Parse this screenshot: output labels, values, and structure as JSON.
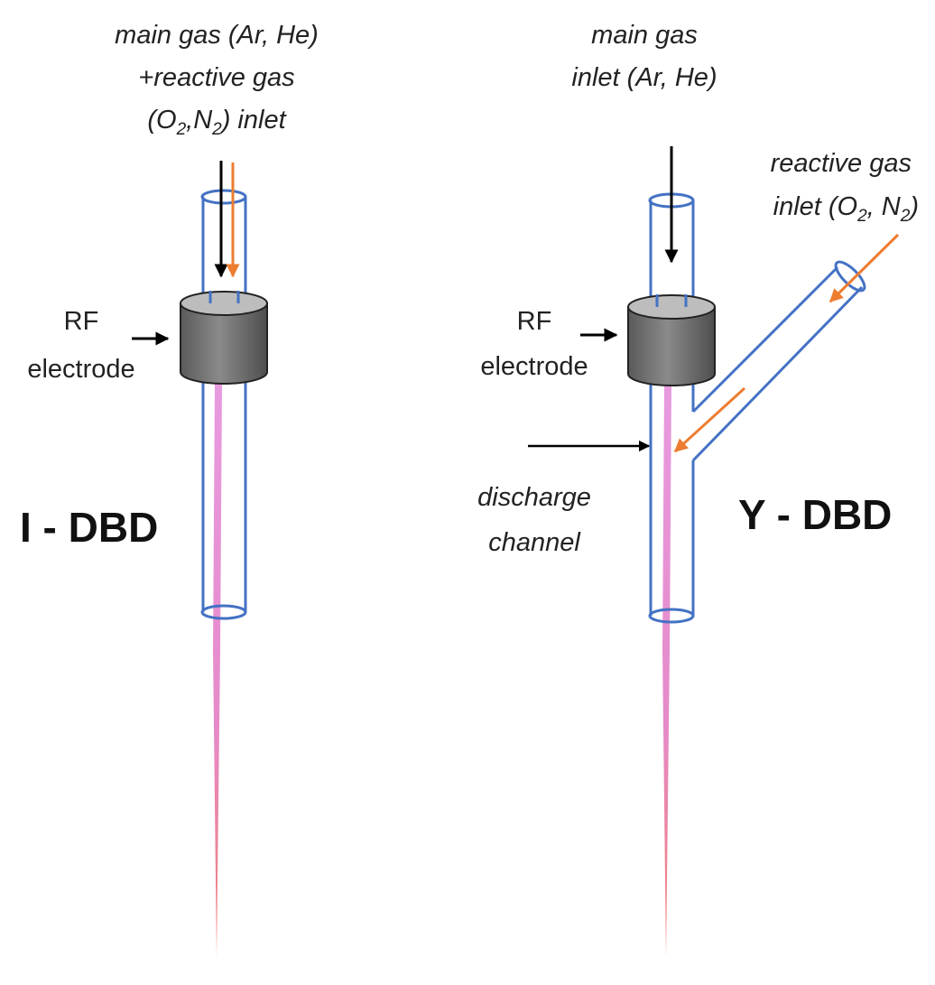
{
  "colors": {
    "tube": "#4472C4",
    "reactive_arrow": "#ED7D31",
    "main_arrow": "#000000",
    "plasma": "#E38BD8",
    "electrode_top": "#BDBDBD",
    "electrode_body": "#6E6E6E"
  },
  "left": {
    "inlet_label_lines": [
      "main gas (Ar, He)",
      "+reactive gas"
    ],
    "inlet_label_line3": {
      "open": "(O",
      "sub1": "2",
      "mid": ",N",
      "sub2": "2",
      "close": ") inlet"
    },
    "rf_label_lines": [
      "RF",
      "electrode"
    ],
    "title": "I - DBD"
  },
  "right": {
    "main_inlet_lines": [
      "main gas",
      "inlet (Ar, He)"
    ],
    "reactive_inlet_line1": "reactive gas",
    "reactive_inlet_line2": {
      "open": "inlet (O",
      "sub1": "2",
      "mid": ", N",
      "sub2": "2",
      "close": ")"
    },
    "rf_label_lines": [
      "RF",
      "electrode"
    ],
    "discharge_label_lines": [
      "discharge",
      "channel"
    ],
    "title": "Y - DBD"
  }
}
